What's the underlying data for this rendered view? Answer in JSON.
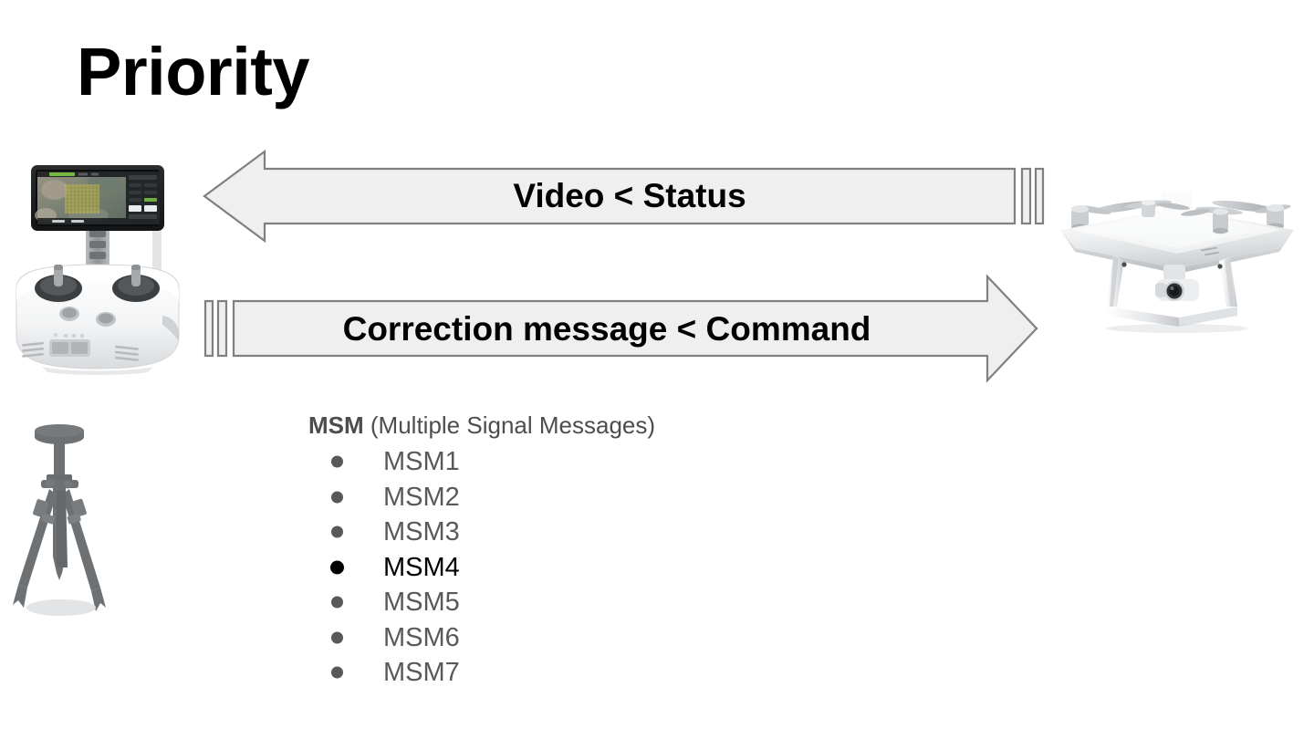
{
  "slide": {
    "title": "Priority",
    "background_color": "#ffffff"
  },
  "arrows": [
    {
      "id": "uplink-downlink-video",
      "direction": "left",
      "label": "Video < Status",
      "fill_color": "#efefef",
      "stroke_color": "#808080",
      "text_color": "#000000",
      "from": "drone",
      "to": "controller"
    },
    {
      "id": "uplink-correction-command",
      "direction": "right",
      "label": "Correction message < Command",
      "fill_color": "#efefef",
      "stroke_color": "#808080",
      "text_color": "#000000",
      "from": "controller",
      "to": "drone"
    }
  ],
  "msm": {
    "heading_abbrev": "MSM",
    "heading_expansion": " (Multiple Signal Messages)",
    "heading_color": "#4d4d4d",
    "item_color": "#58595b",
    "emphasis_color": "#000000",
    "emphasized_item": "MSM4",
    "items": [
      {
        "label": "MSM1",
        "emphasized": false
      },
      {
        "label": "MSM2",
        "emphasized": false
      },
      {
        "label": "MSM3",
        "emphasized": false
      },
      {
        "label": "MSM4",
        "emphasized": true
      },
      {
        "label": "MSM5",
        "emphasized": false
      },
      {
        "label": "MSM6",
        "emphasized": false
      },
      {
        "label": "MSM7",
        "emphasized": false
      }
    ]
  },
  "figures": {
    "controller": {
      "name": "remote-controller-with-tablet"
    },
    "drone": {
      "name": "quadcopter-drone"
    },
    "tripod": {
      "name": "gnss-base-station-tripod"
    }
  }
}
